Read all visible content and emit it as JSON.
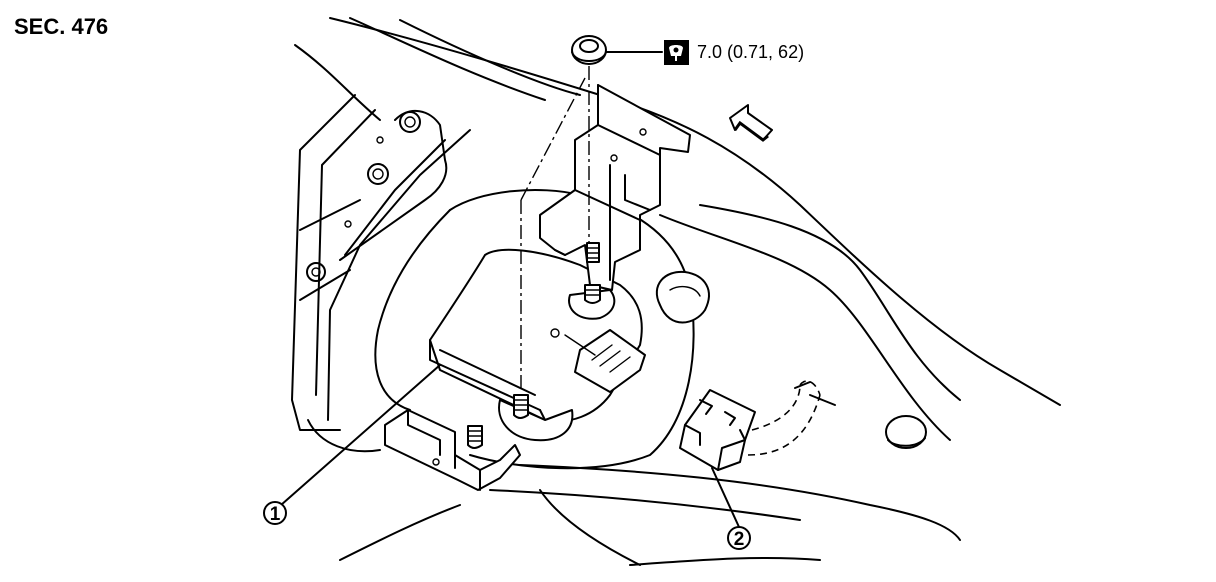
{
  "section_label": "SEC. 476",
  "torque_spec": "7.0 (0.71, 62)",
  "callouts": [
    "1",
    "2"
  ],
  "icons": {
    "torque": "torque-wrench-icon",
    "direction": "front-direction-arrow-icon"
  }
}
